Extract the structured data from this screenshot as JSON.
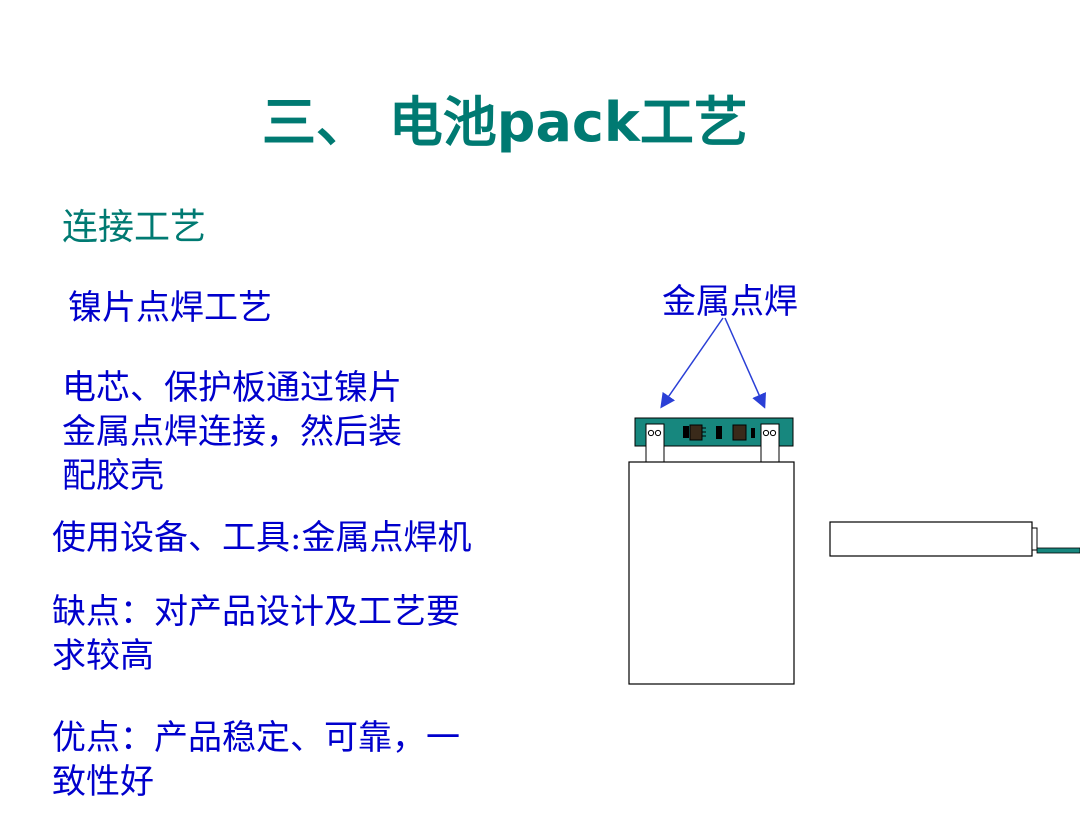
{
  "slide": {
    "title": "三、 电池pack工艺",
    "subtitle": "连接工艺",
    "method_heading": "镍片点焊工艺",
    "description_lines": [
      "电芯、保护板通过镍片",
      "金属点焊连接，然后装",
      "配胶壳"
    ],
    "equipment": "使用设备、工具:金属点焊机",
    "disadvantage_lines": [
      "缺点：对产品设计及工艺要",
      "求较高"
    ],
    "advantage_lines": [
      "优点：产品稳定、可靠，一",
      "致性好"
    ]
  },
  "diagram": {
    "callout_label": "金属点焊",
    "colors": {
      "text_teal": "#007a72",
      "text_blue": "#0000cc",
      "pcb_green": "#17877e",
      "arrow_blue": "#2a3fd6"
    }
  }
}
